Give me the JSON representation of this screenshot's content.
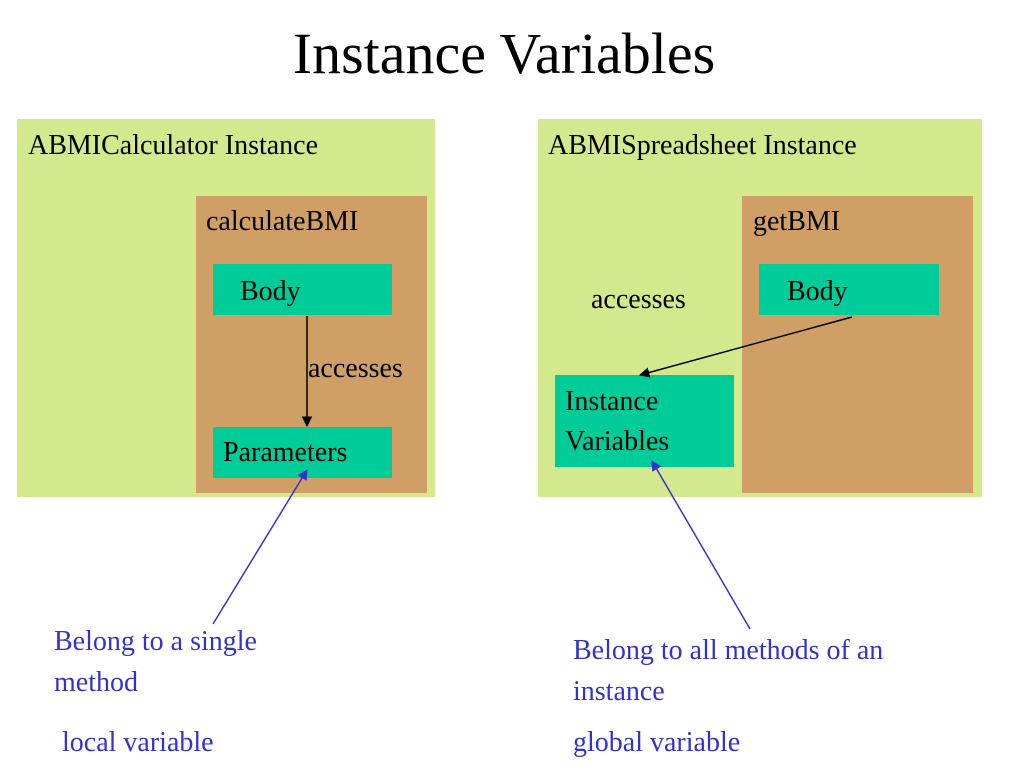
{
  "title": "Instance Variables",
  "left_panel": {
    "instance_label": "ABMICalculator Instance",
    "method_label": "calculateBMI",
    "body_label": "Body",
    "accesses_label": "accesses",
    "parameters_label": "Parameters",
    "note": "Belong to a single method",
    "kind": "local variable"
  },
  "right_panel": {
    "instance_label": "ABMISpreadsheet Instance",
    "method_label": "getBMI",
    "body_label": "Body",
    "accesses_label": "accesses",
    "instance_vars_label": "Instance Variables",
    "note": "Belong to all methods of an instance",
    "kind": "global variable"
  },
  "colors": {
    "instance_fill": "#d4e88e",
    "method_fill": "#cf9f66",
    "block_fill": "#00cc99",
    "note_text": "#3333cc"
  }
}
